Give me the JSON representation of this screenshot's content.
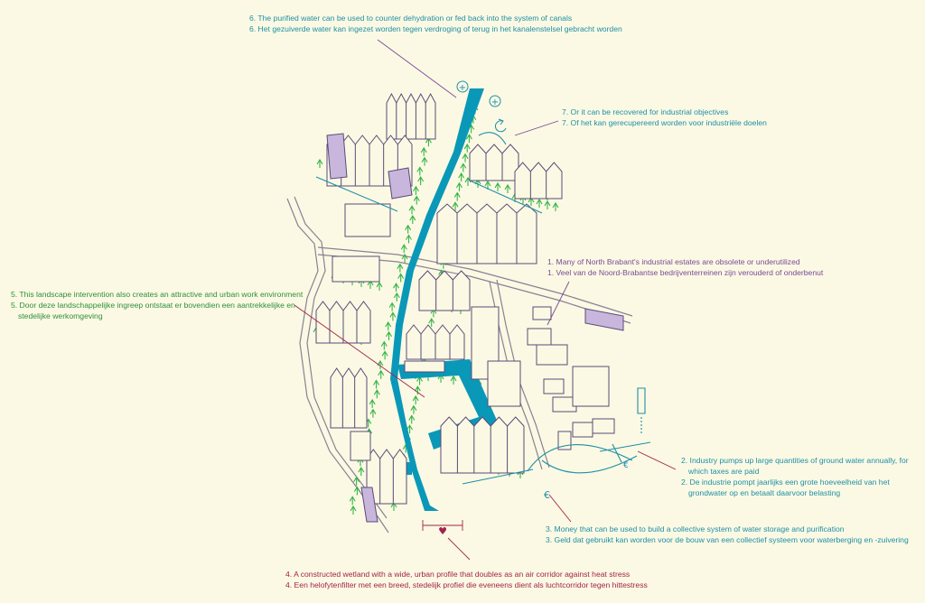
{
  "colors": {
    "background": "#fbf9e3",
    "water": "#0a98b8",
    "building_stroke": "#5a4a7a",
    "building_accent": "#7a4a9a",
    "greenery": "#35b548",
    "road": "#8a8196",
    "teal_text": "#1f8fa8",
    "purple_text": "#7a4a9a",
    "green_text": "#2e8f3c",
    "red_text": "#a2234a"
  },
  "annotations": {
    "purified": {
      "en": "6. The purified water can be used to counter dehydration or fed back into the system of canals",
      "nl": "6. Het gezuiverde water kan ingezet worden tegen verdroging of terug in het kanalenstelsel gebracht worden"
    },
    "recovered": {
      "en": "7. Or it can be recovered for industrial objectives",
      "nl": "7. Of het kan gerecupereerd worden voor industriële doelen"
    },
    "estates": {
      "en": "1. Many of North Brabant's industrial estates are obsolete or underutilized",
      "nl": "1. Veel van de Noord-Brabantse bedrijventerreinen zijn verouderd of onderbenut"
    },
    "landscape": {
      "en": "5. This landscape intervention also creates an attractive and urban work environment",
      "nl_line1": "5. Door deze landschappelijke ingreep ontstaat er bovendien een aantrekkelijke en",
      "nl_line2": "stedelijke werkomgeving"
    },
    "industry": {
      "en_line1": "2. Industry pumps up large quantities of ground water annually, for",
      "en_line2": "which taxes are paid",
      "nl_line1": "2. De industrie pompt jaarlijks een grote hoeveelheid van het",
      "nl_line2": "grondwater op en betaalt daarvoor belasting"
    },
    "money": {
      "en": "3. Money that can be used to build a collective system of water storage and purification",
      "nl": "3. Geld dat gebruikt kan worden voor de bouw van een collectief systeem voor waterberging en -zuivering"
    },
    "wetland": {
      "en": "4. A constructed wetland with a wide, urban profile that doubles as an air corridor against heat stress",
      "nl": "4. Een helofytenfilter met een breed, stedelijk profiel die eveneens dient als luchtcorridor tegen hittestress"
    }
  },
  "icons": {
    "plus_sign": "+",
    "euro_sign": "€",
    "heart_sign": "♥"
  }
}
